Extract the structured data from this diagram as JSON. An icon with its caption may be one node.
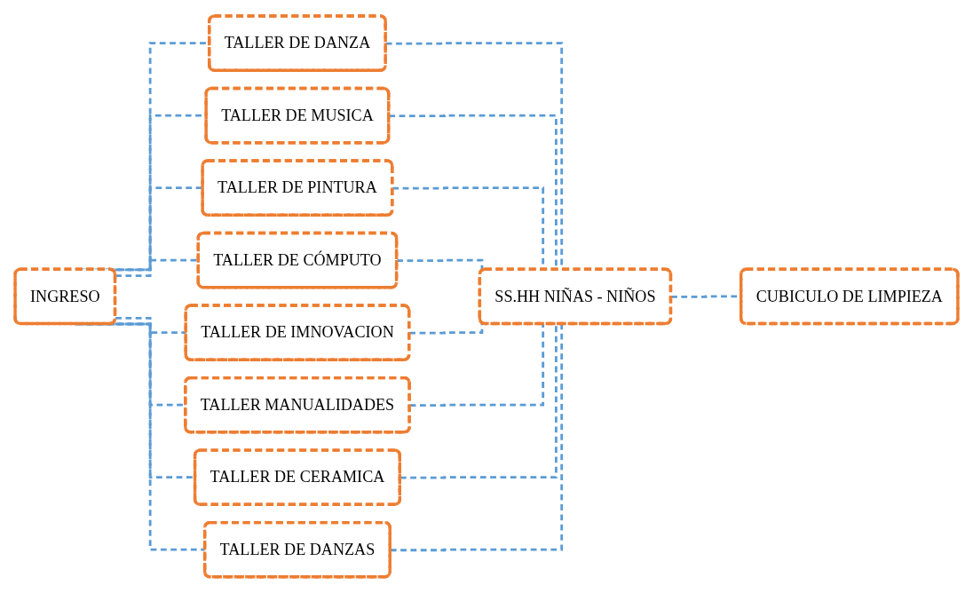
{
  "diagram": {
    "nodes": [
      {
        "text": [
          "INGRESO"
        ]
      },
      {
        "text": [
          "TALLER DE DANZA"
        ]
      },
      {
        "text": [
          "TALLER DE MUSICA"
        ]
      },
      {
        "text": [
          "TALLER DE PINTURA"
        ]
      },
      {
        "text": [
          "TALLER DE CÓMPUTO"
        ]
      },
      {
        "text": [
          "TALLER DE IMNOVACION"
        ]
      },
      {
        "text": [
          "TALLER MANUALIDADES"
        ]
      },
      {
        "text": [
          "TALLER DE CERAMICA"
        ]
      },
      {
        "text": [
          "TALLER DE DANZAS"
        ]
      },
      {
        "text": [
          "SS.HH NIÑAS - NIÑOS"
        ]
      },
      {
        "text": [
          "CUBICULO DE LIMPIEZA"
        ]
      }
    ],
    "edges": [
      {
        "from": 0,
        "to": 1,
        "arrow": "none",
        "style": "dashed"
      },
      {
        "from": 0,
        "to": 2,
        "arrow": "none",
        "style": "dashed"
      },
      {
        "from": 0,
        "to": 3,
        "arrow": "none",
        "style": "dashed"
      },
      {
        "from": 0,
        "to": 4,
        "arrow": "none",
        "style": "dashed"
      },
      {
        "from": 0,
        "to": 5,
        "arrow": "none",
        "style": "dashed"
      },
      {
        "from": 0,
        "to": 6,
        "arrow": "none",
        "style": "dashed"
      },
      {
        "from": 0,
        "to": 7,
        "arrow": "none",
        "style": "dashed"
      },
      {
        "from": 0,
        "to": 8,
        "arrow": "none",
        "style": "dashed"
      },
      {
        "from": 1,
        "to": 9,
        "arrow": "none",
        "style": "dashed"
      },
      {
        "from": 2,
        "to": 9,
        "arrow": "none",
        "style": "dashed"
      },
      {
        "from": 3,
        "to": 9,
        "arrow": "none",
        "style": "dashed"
      },
      {
        "from": 4,
        "to": 9,
        "arrow": "none",
        "style": "dashed"
      },
      {
        "from": 5,
        "to": 9,
        "arrow": "none",
        "style": "dashed"
      },
      {
        "from": 6,
        "to": 9,
        "arrow": "none",
        "style": "dashed"
      },
      {
        "from": 7,
        "to": 9,
        "arrow": "none",
        "style": "dashed"
      },
      {
        "from": 8,
        "to": 9,
        "arrow": "none",
        "style": "dashed"
      },
      {
        "from": 9,
        "to": 10,
        "arrow": "none",
        "style": "dashed"
      }
    ]
  }
}
